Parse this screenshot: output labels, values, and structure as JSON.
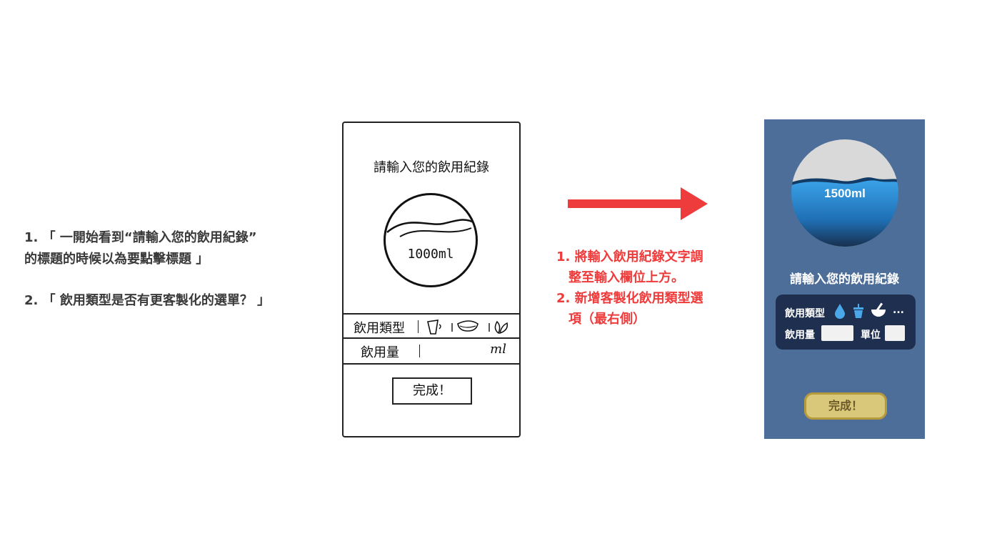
{
  "notes_left": {
    "item1_line1": "1. 「 一開始看到“請輸入您的飲用紀錄”",
    "item1_line2": "的標題的時候以為要點擊標題 」",
    "item2": "2. 「 飲用類型是否有更客製化的選單？ 」"
  },
  "sketch": {
    "title": "請輸入您的飲用紀錄",
    "amount": "1000ml",
    "type_label": "飲用類型",
    "volume_label": "飲用量",
    "unit": "ml",
    "done_button": "完成！"
  },
  "notes_mid": {
    "item1_line1": "1. 將輸入飲用紀錄文字調",
    "item1_line2": "整至輸入欄位上方。",
    "item2_line1": "2. 新增客製化飲用類型選",
    "item2_line2": "項（最右側）"
  },
  "app": {
    "amount": "1500ml",
    "title": "請輸入您的飲用紀錄",
    "type_label": "飲用類型",
    "more": "...",
    "type_icons": [
      "water-drop-icon",
      "cup-icon",
      "bowl-icon"
    ],
    "volume_label": "飲用量",
    "unit_label": "單位",
    "volume_value": "",
    "unit_value": "",
    "done_button": "完成！"
  },
  "colors": {
    "app_background": "#4e6e9a",
    "panel": "#1e2f4f",
    "water": "#2b8fd8",
    "button": "#d9c87a",
    "arrow": "#ee3b3b",
    "note_red": "#ee3b3b"
  }
}
